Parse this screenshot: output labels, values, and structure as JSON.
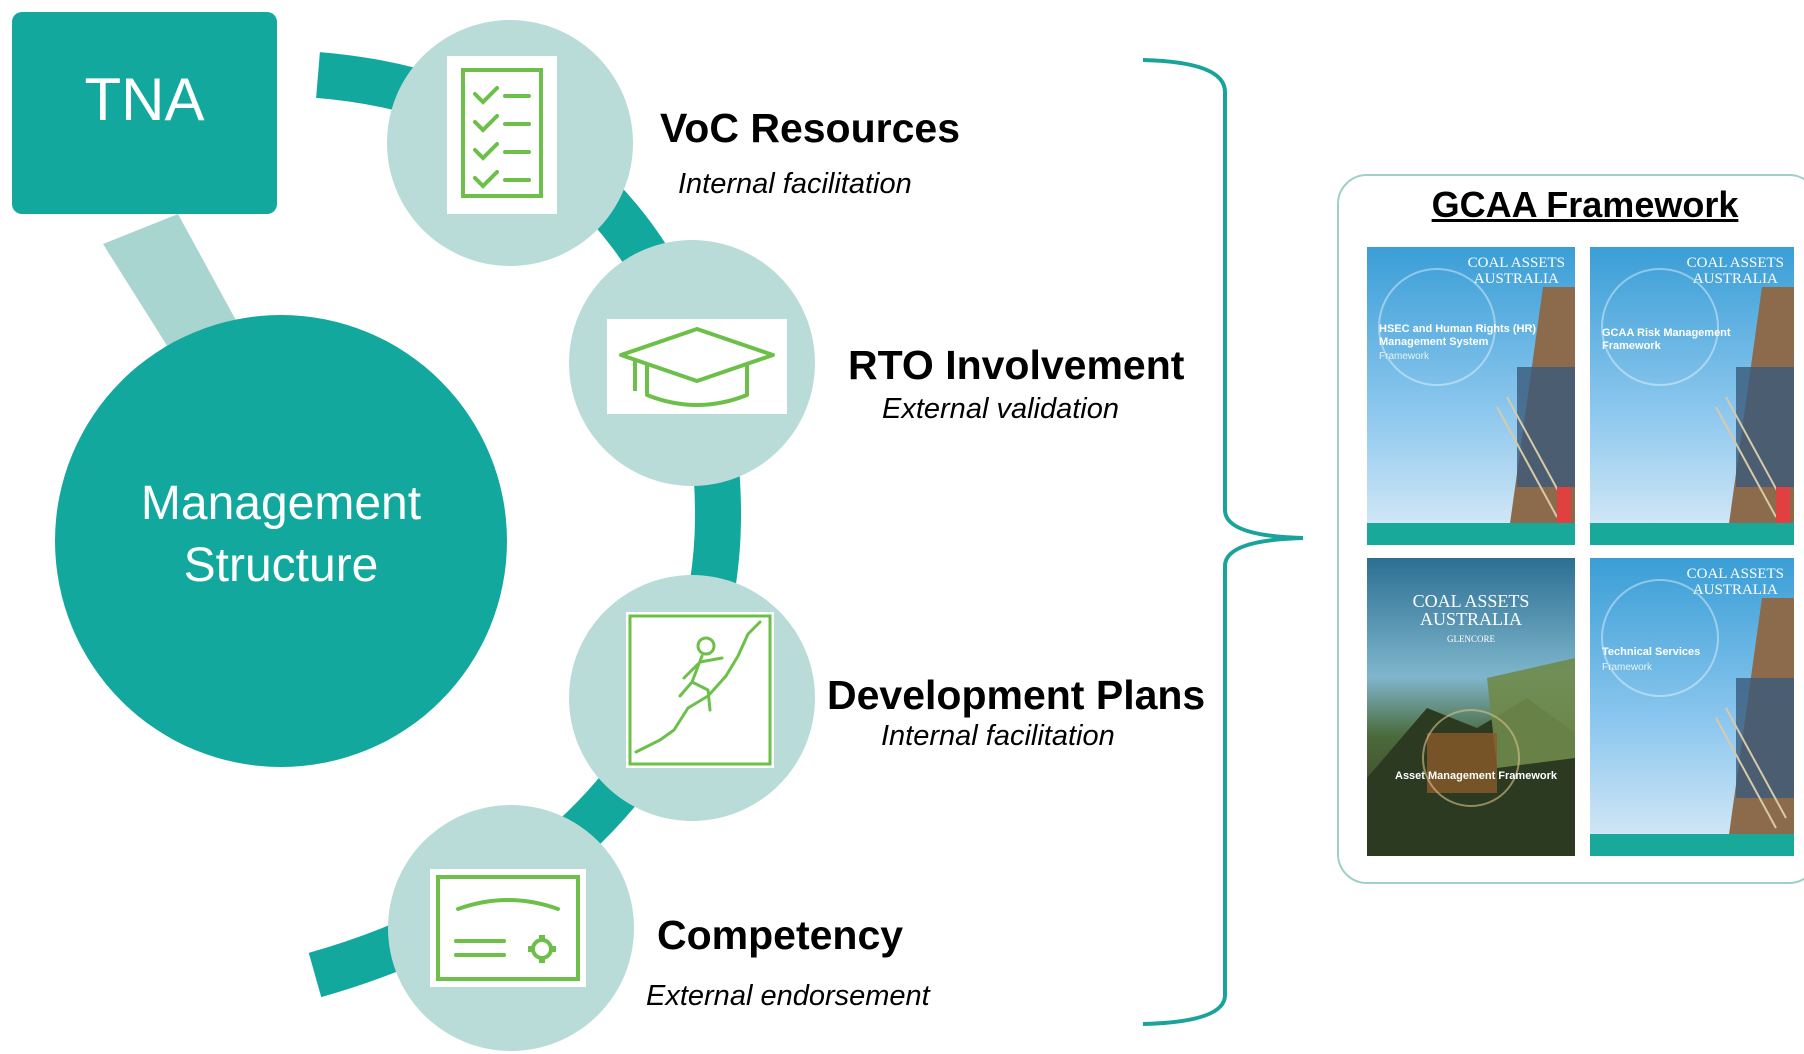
{
  "diagram": {
    "tna": {
      "label": "TNA"
    },
    "management": {
      "label": "Management\nStructure"
    },
    "steps": [
      {
        "title": "VoC Resources",
        "subtitle": "Internal facilitation",
        "icon": "checklist-icon"
      },
      {
        "title": "RTO Involvement",
        "subtitle": "External validation",
        "icon": "graduation-cap-icon"
      },
      {
        "title": "Development Plans",
        "subtitle": "Internal facilitation",
        "icon": "climbing-person-icon"
      },
      {
        "title": "Competency",
        "subtitle": "External endorsement",
        "icon": "certificate-icon"
      }
    ],
    "framework": {
      "title": "GCAA Framework",
      "covers": [
        {
          "brand": "COAL ASSETS\nAUSTRALIA",
          "caption": "HSEC and Human Rights (HR)\nManagement System",
          "subtitle": "Framework"
        },
        {
          "brand": "COAL ASSETS\nAUSTRALIA",
          "caption": "GCAA Risk Management\nFramework",
          "subtitle": ""
        },
        {
          "brand": "COAL ASSETS\nAUSTRALIA",
          "brand_sub": "GLENCORE",
          "caption": "Asset Management Framework",
          "subtitle": ""
        },
        {
          "brand": "COAL ASSETS\nAUSTRALIA",
          "caption": "Technical Services",
          "subtitle": "Framework"
        }
      ]
    }
  },
  "colors": {
    "teal": "#13a89e",
    "light_teal": "#b9dcd8",
    "arrow": "#a9d5d0",
    "icon_green": "#6cc04a",
    "bracket": "#1aa39b",
    "panel_border": "#9ed0c8"
  }
}
